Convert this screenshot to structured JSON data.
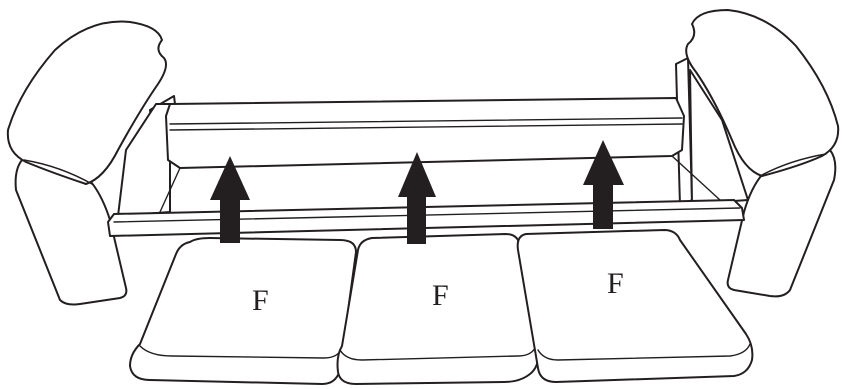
{
  "diagram": {
    "cushion_labels": [
      "F",
      "F",
      "F"
    ],
    "line_color": "#231f20",
    "arrow_color": "#231f20",
    "background": "#ffffff",
    "icons": [
      "upward-arrow-icon",
      "upward-arrow-icon",
      "upward-arrow-icon"
    ]
  }
}
